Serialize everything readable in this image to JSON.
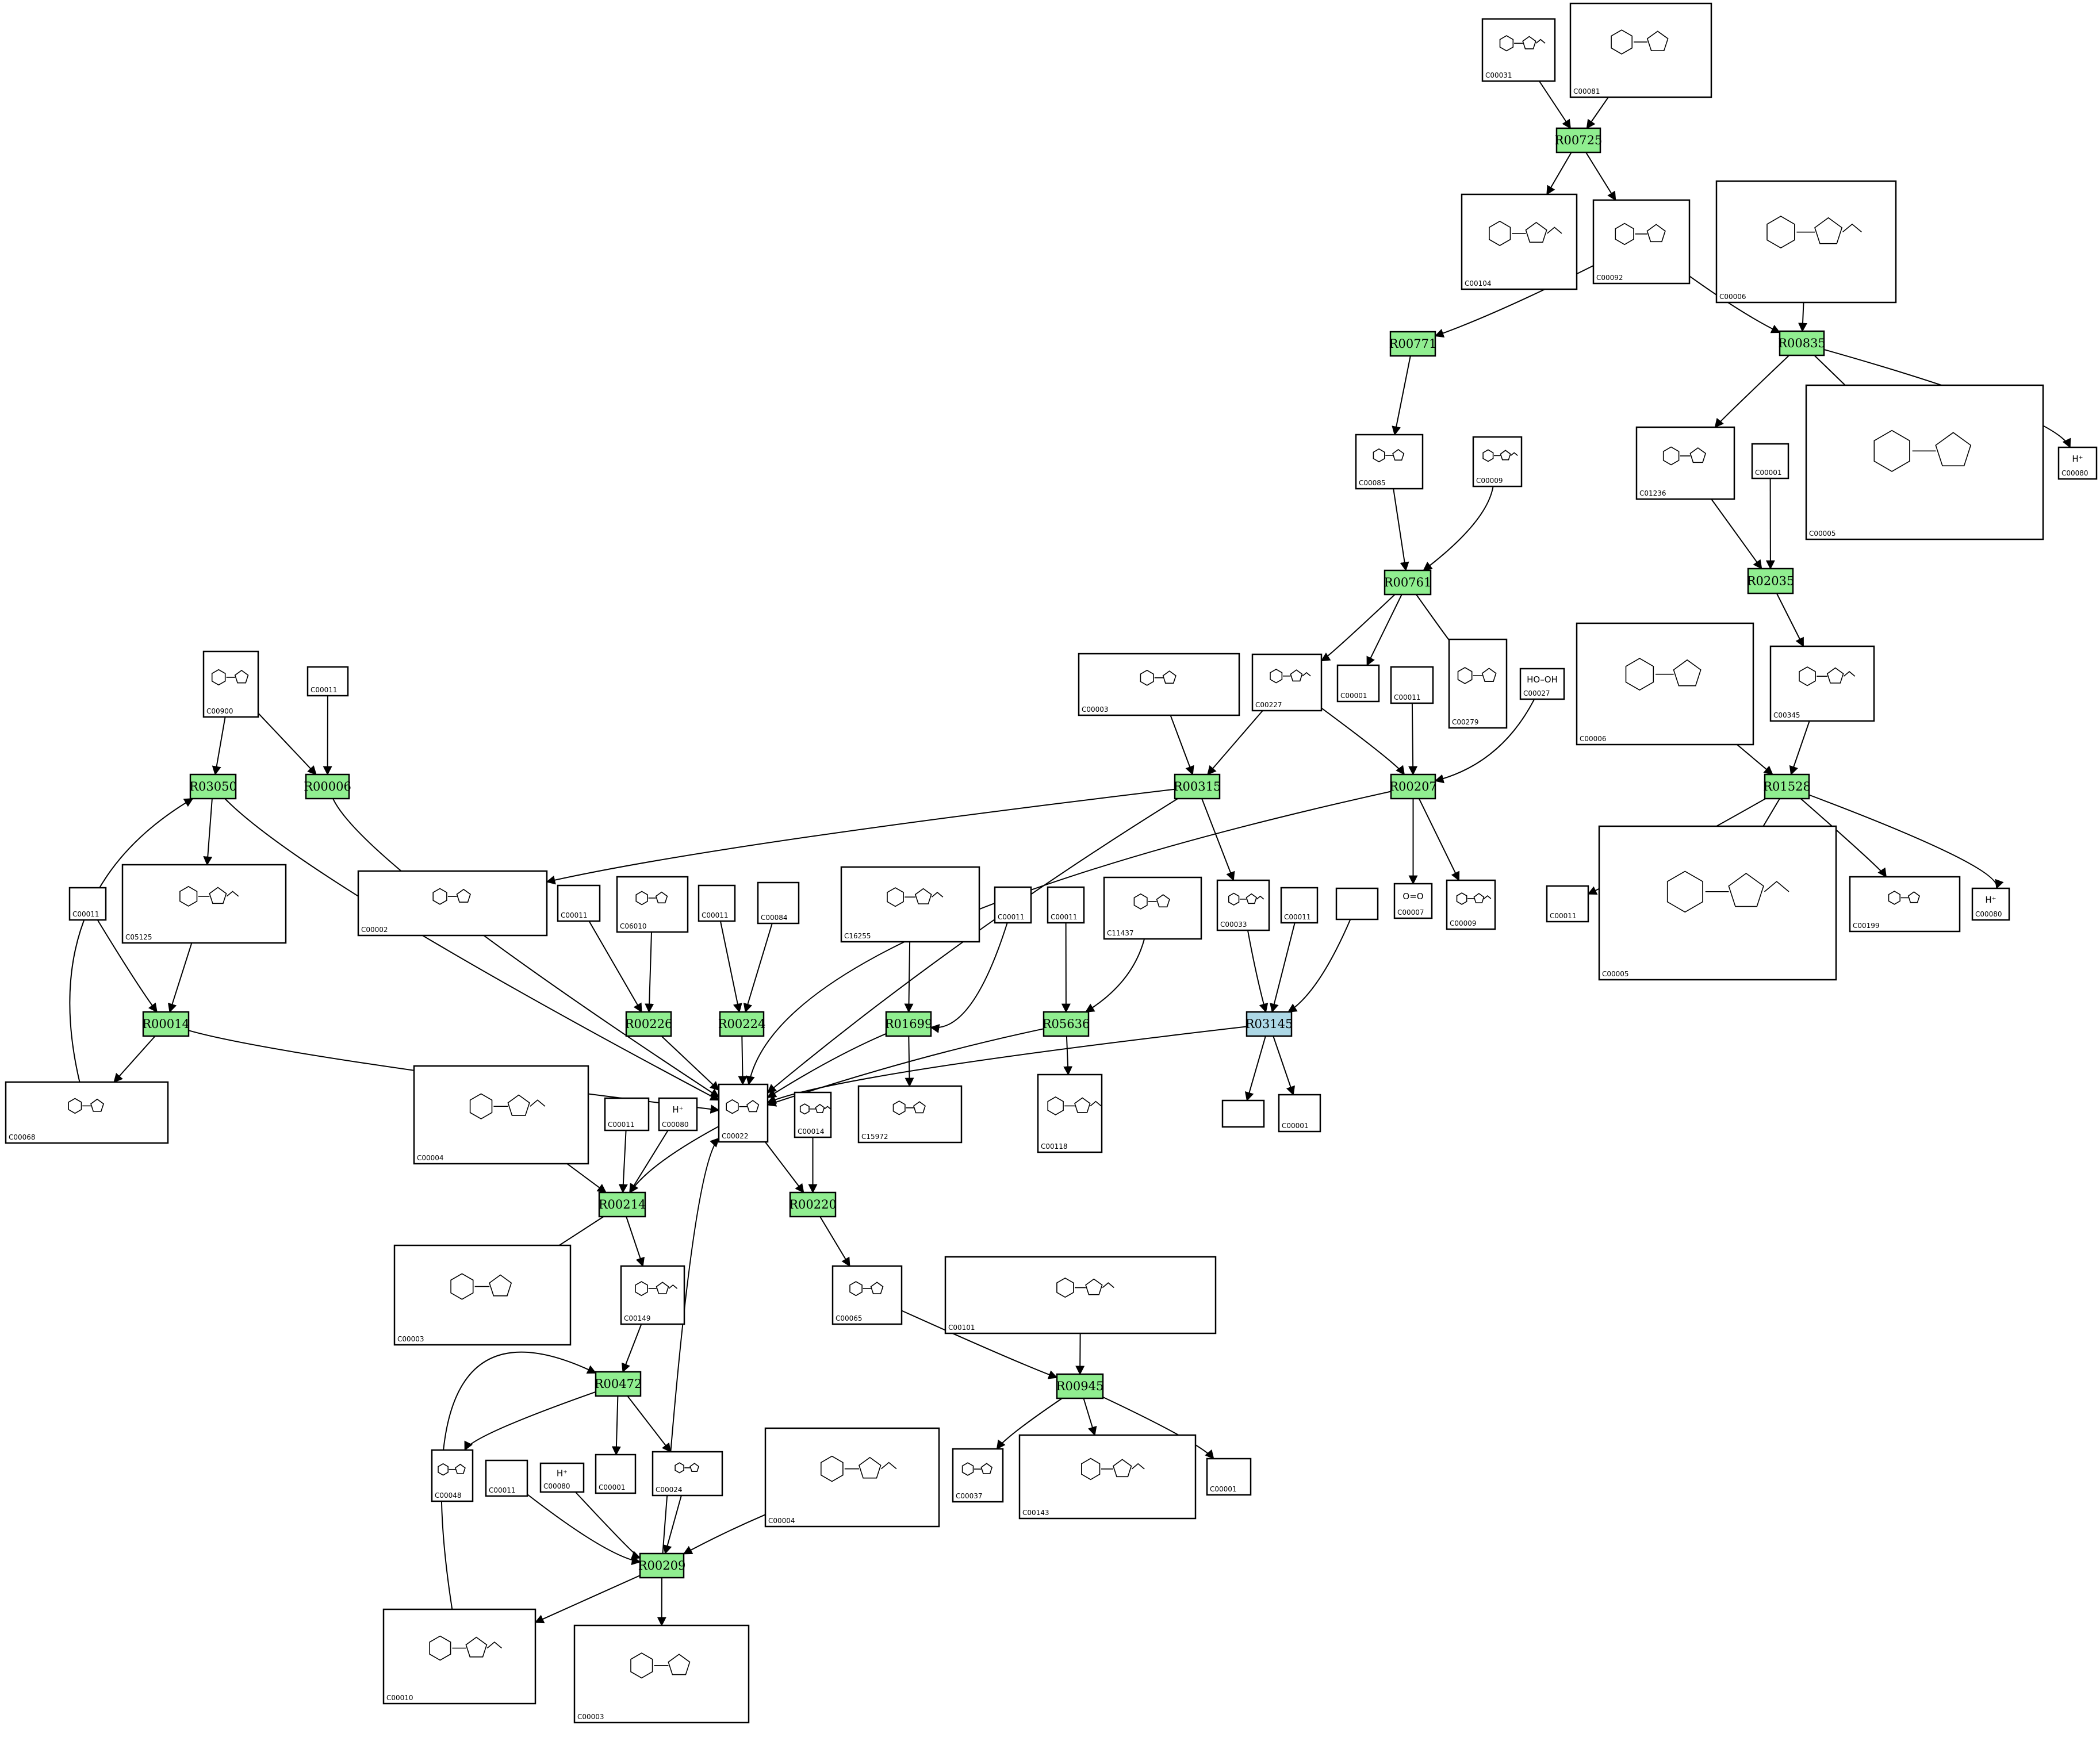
{
  "colors": {
    "reaction_default": "#90ee90",
    "reaction_highlight": "#add8e6",
    "stroke": "#000000",
    "background": "#ffffff"
  },
  "compounds": [
    {
      "key": "n1",
      "id": "C00031",
      "formula": ""
    },
    {
      "key": "n2",
      "id": "C00081",
      "formula": ""
    },
    {
      "key": "n3",
      "id": "C00104",
      "formula": ""
    },
    {
      "key": "n4",
      "id": "C00092",
      "formula": ""
    },
    {
      "key": "n5",
      "id": "C00006",
      "formula": ""
    },
    {
      "key": "n6",
      "id": "C00085",
      "formula": ""
    },
    {
      "key": "n7",
      "id": "C00009",
      "formula": ""
    },
    {
      "key": "n8",
      "id": "C01236",
      "formula": ""
    },
    {
      "key": "n9",
      "id": "C00001",
      "formula": ""
    },
    {
      "key": "n10",
      "id": "C00005",
      "formula": ""
    },
    {
      "key": "n11",
      "id": "C00080",
      "formula": "H⁺"
    },
    {
      "key": "n12",
      "id": "C00900",
      "formula": ""
    },
    {
      "key": "n13",
      "id": "C00011",
      "formula": ""
    },
    {
      "key": "n14",
      "id": "C00003",
      "formula": ""
    },
    {
      "key": "n15",
      "id": "C00227",
      "formula": ""
    },
    {
      "key": "n16",
      "id": "C00001",
      "formula": ""
    },
    {
      "key": "n17",
      "id": "C00011",
      "formula": ""
    },
    {
      "key": "n18",
      "id": "C00279",
      "formula": ""
    },
    {
      "key": "n19",
      "id": "C00027",
      "formula": "HO–OH"
    },
    {
      "key": "n20",
      "id": "C00006",
      "formula": ""
    },
    {
      "key": "n21",
      "id": "C00345",
      "formula": ""
    },
    {
      "key": "n22",
      "id": "C00011",
      "formula": ""
    },
    {
      "key": "n23",
      "id": "C05125",
      "formula": ""
    },
    {
      "key": "n24",
      "id": "C00002",
      "formula": ""
    },
    {
      "key": "n25",
      "id": "C00011",
      "formula": ""
    },
    {
      "key": "n26",
      "id": "C06010",
      "formula": ""
    },
    {
      "key": "n27",
      "id": "C00011",
      "formula": ""
    },
    {
      "key": "n28",
      "id": "C00084",
      "formula": ""
    },
    {
      "key": "n29",
      "id": "C16255",
      "formula": ""
    },
    {
      "key": "n30",
      "id": "C00011",
      "formula": ""
    },
    {
      "key": "n31",
      "id": "C00011",
      "formula": ""
    },
    {
      "key": "n32",
      "id": "C11437",
      "formula": ""
    },
    {
      "key": "n33",
      "id": "C00033",
      "formula": ""
    },
    {
      "key": "n34",
      "id": "C00011",
      "formula": ""
    },
    {
      "key": "n35",
      "id": "",
      "formula": ""
    },
    {
      "key": "n36",
      "id": "C00007",
      "formula": "O=O"
    },
    {
      "key": "n37",
      "id": "C00009",
      "formula": ""
    },
    {
      "key": "n38",
      "id": "C00011",
      "formula": ""
    },
    {
      "key": "n39",
      "id": "C00005",
      "formula": ""
    },
    {
      "key": "n40",
      "id": "C00199",
      "formula": ""
    },
    {
      "key": "n41",
      "id": "C00080",
      "formula": "H⁺"
    },
    {
      "key": "n42",
      "id": "C00068",
      "formula": ""
    },
    {
      "key": "n43",
      "id": "C00004",
      "formula": ""
    },
    {
      "key": "n44",
      "id": "C00011",
      "formula": ""
    },
    {
      "key": "n45",
      "id": "C00080",
      "formula": "H⁺"
    },
    {
      "key": "n46",
      "id": "C00022",
      "formula": ""
    },
    {
      "key": "n47",
      "id": "C00014",
      "formula": ""
    },
    {
      "key": "n48",
      "id": "C15972",
      "formula": ""
    },
    {
      "key": "n49",
      "id": "C00118",
      "formula": ""
    },
    {
      "key": "n50",
      "id": "",
      "formula": ""
    },
    {
      "key": "n51",
      "id": "C00001",
      "formula": ""
    },
    {
      "key": "n52",
      "id": "C00003",
      "formula": ""
    },
    {
      "key": "n53",
      "id": "C00149",
      "formula": ""
    },
    {
      "key": "n54",
      "id": "C00065",
      "formula": ""
    },
    {
      "key": "n55",
      "id": "C00101",
      "formula": ""
    },
    {
      "key": "n56",
      "id": "C00048",
      "formula": ""
    },
    {
      "key": "n57",
      "id": "C00011",
      "formula": ""
    },
    {
      "key": "n58",
      "id": "C00080",
      "formula": "H⁺"
    },
    {
      "key": "n59",
      "id": "C00001",
      "formula": ""
    },
    {
      "key": "n60",
      "id": "C00024",
      "formula": ""
    },
    {
      "key": "n61",
      "id": "C00004",
      "formula": ""
    },
    {
      "key": "n62",
      "id": "C00037",
      "formula": ""
    },
    {
      "key": "n63",
      "id": "C00143",
      "formula": ""
    },
    {
      "key": "n64",
      "id": "C00001",
      "formula": ""
    },
    {
      "key": "n65",
      "id": "C00010",
      "formula": ""
    },
    {
      "key": "n66",
      "id": "C00003",
      "formula": ""
    }
  ],
  "reactions": [
    {
      "key": "R00725",
      "label": "R00725",
      "highlight": false
    },
    {
      "key": "R00771",
      "label": "R00771",
      "highlight": false
    },
    {
      "key": "R00835",
      "label": "R00835",
      "highlight": false
    },
    {
      "key": "R00761",
      "label": "R00761",
      "highlight": false
    },
    {
      "key": "R02035",
      "label": "R02035",
      "highlight": false
    },
    {
      "key": "R03050",
      "label": "R03050",
      "highlight": false
    },
    {
      "key": "R00006",
      "label": "R00006",
      "highlight": false
    },
    {
      "key": "R00315",
      "label": "R00315",
      "highlight": false
    },
    {
      "key": "R00207",
      "label": "R00207",
      "highlight": false
    },
    {
      "key": "R01528",
      "label": "R01528",
      "highlight": false
    },
    {
      "key": "R00014",
      "label": "R00014",
      "highlight": false
    },
    {
      "key": "R00226",
      "label": "R00226",
      "highlight": false
    },
    {
      "key": "R00224",
      "label": "R00224",
      "highlight": false
    },
    {
      "key": "R01699",
      "label": "R01699",
      "highlight": false
    },
    {
      "key": "R05636",
      "label": "R05636",
      "highlight": false
    },
    {
      "key": "R03145",
      "label": "R03145",
      "highlight": true
    },
    {
      "key": "R00214",
      "label": "R00214",
      "highlight": false
    },
    {
      "key": "R00220",
      "label": "R00220",
      "highlight": false
    },
    {
      "key": "R00945",
      "label": "R00945",
      "highlight": false
    },
    {
      "key": "R00472",
      "label": "R00472",
      "highlight": false
    },
    {
      "key": "R00209",
      "label": "R00209",
      "highlight": false
    }
  ],
  "edges": [
    {
      "from": "n1",
      "to": "R00725"
    },
    {
      "from": "n2",
      "to": "R00725"
    },
    {
      "from": "R00725",
      "to": "n3"
    },
    {
      "from": "R00725",
      "to": "n4"
    },
    {
      "from": "n4",
      "to": "R00771"
    },
    {
      "from": "n4",
      "to": "R00835"
    },
    {
      "from": "n5",
      "to": "R00835"
    },
    {
      "from": "R00835",
      "to": "n8"
    },
    {
      "from": "R00835",
      "to": "n10"
    },
    {
      "from": "R00835",
      "to": "n11"
    },
    {
      "from": "R00771",
      "to": "n6"
    },
    {
      "from": "n6",
      "to": "R00761"
    },
    {
      "from": "n7",
      "to": "R00761"
    },
    {
      "from": "n8",
      "to": "R02035"
    },
    {
      "from": "n9",
      "to": "R02035"
    },
    {
      "from": "R02035",
      "to": "n21"
    },
    {
      "from": "R00761",
      "to": "n15"
    },
    {
      "from": "R00761",
      "to": "n16"
    },
    {
      "from": "R00761",
      "to": "n18"
    },
    {
      "from": "n12",
      "to": "R03050"
    },
    {
      "from": "n12",
      "to": "R00006"
    },
    {
      "from": "n13",
      "to": "R00006"
    },
    {
      "from": "n14",
      "to": "R00315"
    },
    {
      "from": "n15",
      "to": "R00315"
    },
    {
      "from": "n15",
      "to": "R00207"
    },
    {
      "from": "n17",
      "to": "R00207"
    },
    {
      "from": "n19",
      "to": "R00207"
    },
    {
      "from": "n20",
      "to": "R01528"
    },
    {
      "from": "n21",
      "to": "R01528"
    },
    {
      "from": "R01528",
      "to": "n38"
    },
    {
      "from": "R01528",
      "to": "n39"
    },
    {
      "from": "R01528",
      "to": "n40"
    },
    {
      "from": "R01528",
      "to": "n41"
    },
    {
      "from": "R03050",
      "to": "n23"
    },
    {
      "from": "R03050",
      "to": "n46"
    },
    {
      "from": "n23",
      "to": "R00014"
    },
    {
      "from": "n22",
      "to": "R00014"
    },
    {
      "from": "R00014",
      "to": "n42"
    },
    {
      "from": "R00014",
      "to": "n46"
    },
    {
      "from": "n42",
      "to": "R03050"
    },
    {
      "from": "R00006",
      "to": "n46"
    },
    {
      "from": "R00315",
      "to": "n24"
    },
    {
      "from": "R00315",
      "to": "n33"
    },
    {
      "from": "R00315",
      "to": "n46"
    },
    {
      "from": "R00207",
      "to": "n36"
    },
    {
      "from": "R00207",
      "to": "n37"
    },
    {
      "from": "R00207",
      "to": "n46"
    },
    {
      "from": "n25",
      "to": "R00226"
    },
    {
      "from": "n26",
      "to": "R00226"
    },
    {
      "from": "R00226",
      "to": "n46"
    },
    {
      "from": "n27",
      "to": "R00224"
    },
    {
      "from": "n28",
      "to": "R00224"
    },
    {
      "from": "R00224",
      "to": "n46"
    },
    {
      "from": "n29",
      "to": "R01699"
    },
    {
      "from": "n30",
      "to": "R01699"
    },
    {
      "from": "R01699",
      "to": "n48"
    },
    {
      "from": "R01699",
      "to": "n46"
    },
    {
      "from": "n31",
      "to": "R05636"
    },
    {
      "from": "n32",
      "to": "R05636"
    },
    {
      "from": "R05636",
      "to": "n49"
    },
    {
      "from": "R05636",
      "to": "n46"
    },
    {
      "from": "n33",
      "to": "R03145"
    },
    {
      "from": "n34",
      "to": "R03145"
    },
    {
      "from": "n35",
      "to": "R03145"
    },
    {
      "from": "R03145",
      "to": "n50"
    },
    {
      "from": "R03145",
      "to": "n51"
    },
    {
      "from": "R03145",
      "to": "n46"
    },
    {
      "from": "n43",
      "to": "R00214"
    },
    {
      "from": "n44",
      "to": "R00214"
    },
    {
      "from": "n45",
      "to": "R00214"
    },
    {
      "from": "n46",
      "to": "R00214"
    },
    {
      "from": "R00214",
      "to": "n52"
    },
    {
      "from": "R00214",
      "to": "n53"
    },
    {
      "from": "n46",
      "to": "R00220"
    },
    {
      "from": "n47",
      "to": "R00220"
    },
    {
      "from": "R00220",
      "to": "n54"
    },
    {
      "from": "n54",
      "to": "R00945"
    },
    {
      "from": "n55",
      "to": "R00945"
    },
    {
      "from": "R00945",
      "to": "n62"
    },
    {
      "from": "R00945",
      "to": "n63"
    },
    {
      "from": "R00945",
      "to": "n64"
    },
    {
      "from": "n53",
      "to": "R00472"
    },
    {
      "from": "R00472",
      "to": "n56"
    },
    {
      "from": "R00472",
      "to": "n59"
    },
    {
      "from": "R00472",
      "to": "n60"
    },
    {
      "from": "n65",
      "to": "R00472"
    },
    {
      "from": "n57",
      "to": "R00209"
    },
    {
      "from": "n58",
      "to": "R00209"
    },
    {
      "from": "n60",
      "to": "R00209"
    },
    {
      "from": "n61",
      "to": "R00209"
    },
    {
      "from": "R00209",
      "to": "n46"
    },
    {
      "from": "R00209",
      "to": "n65"
    },
    {
      "from": "R00209",
      "to": "n66"
    }
  ]
}
